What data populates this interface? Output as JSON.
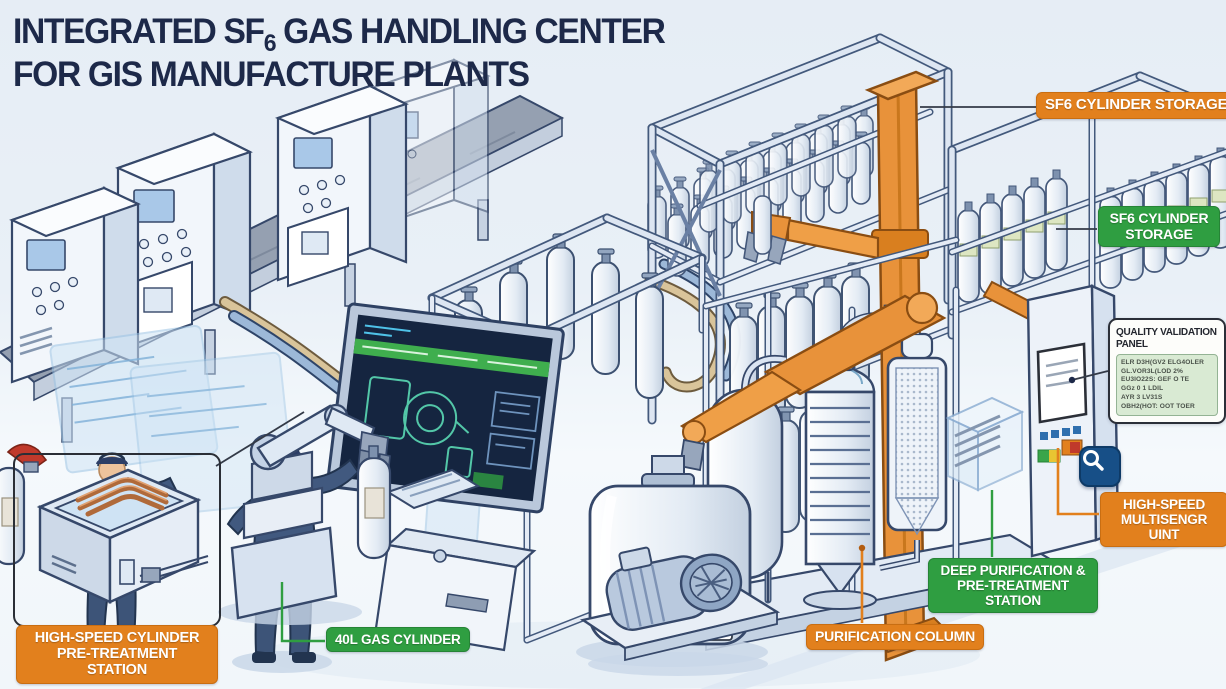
{
  "title": {
    "line1_pre": "INTEGRATED SF",
    "line1_sub": "6",
    "line1_post": " GAS HANDLING CENTER",
    "line2": "FOR GIS MANUFACTURE PLANTS"
  },
  "callouts": {
    "sf6_storage_top": "SF6 CYLINDER STORAGE",
    "sf6_storage_right": "SF6 CYLINDER STORAGE",
    "high_speed_sensor_unit": "HIGH-SPEED MULTISENGR UINT",
    "deep_purification": "DEEP PURIFICATION & PRE-TREATMENT STATION",
    "purification_column": "PURIFICATION COLUMN",
    "gas_cylinder_40l": "40L GAS CYLINDER",
    "cylinder_pretreatment": "HIGH-SPEED CYLINDER PRE-TREATMENT STATION"
  },
  "quality_panel": {
    "title": "QUALITY VALIDATION PANEL",
    "lines": [
      "ELR D3H(GV2 ELG4OLER",
      "GL.VOR3L(LOD 2%",
      "EU3IO22S: GEF O TE",
      "GGz 0 1 LDIL",
      "AYR 3 LV31S",
      "OBH2(HOT: OOT TOER"
    ]
  },
  "icons": {
    "magnifier": "search-icon"
  },
  "colors": {
    "accent_orange": "#E2801D",
    "accent_green": "#2F9E41",
    "title_navy": "#1D2949",
    "button_blue": "#174F87"
  }
}
